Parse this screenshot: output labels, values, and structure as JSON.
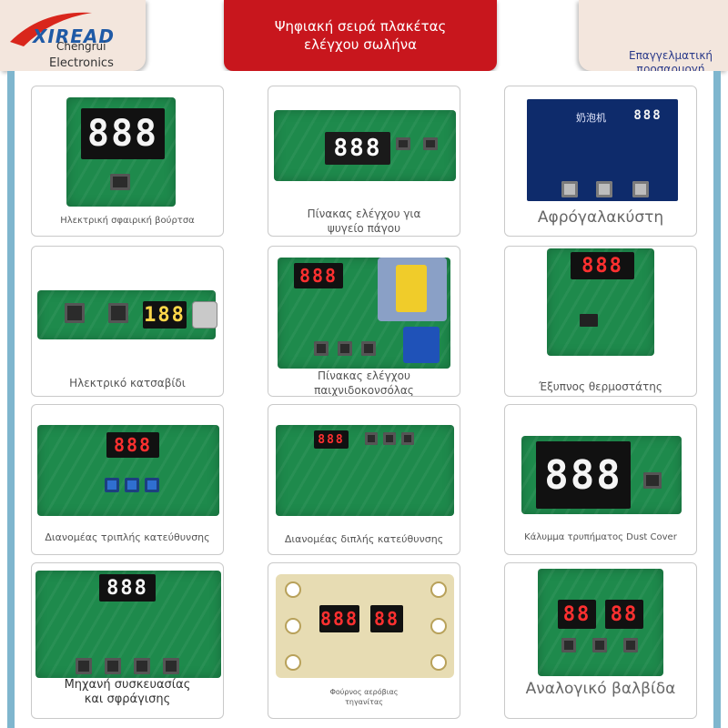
{
  "header": {
    "logo_text": "XIREAD",
    "logo_sub1": "Chengrui",
    "logo_sub2": "Electronics",
    "title": "Ψηφιακή σειρά πλακέτας\nελέγχου σωλήνα",
    "right_text": "Επαγγελματική\nπροσαρμογή"
  },
  "products": [
    {
      "caption": "Ηλεκτρική σφαιρική βούρτσα",
      "display": "888"
    },
    {
      "caption": "Πίνακας ελέγχου για\nψυγείο πάγου",
      "display": "888"
    },
    {
      "caption": "Αφρόγαλακύστη",
      "display": "888",
      "lcd_label": "奶泡机"
    },
    {
      "caption": "Ηλεκτρικό κατσαβίδι",
      "display": "188"
    },
    {
      "caption": "Πίνακας ελέγχου\nπαιχνιδοκονσόλας",
      "display": "888"
    },
    {
      "caption": "Έξυπνος θερμοστάτης",
      "display": "888"
    },
    {
      "caption": "Διανομέας τριπλής κατεύθυνσης",
      "display": "888"
    },
    {
      "caption": "Διανομέας διπλής κατεύθυνσης",
      "display": "888"
    },
    {
      "caption": "Κάλυμμα τρυπήματος Dust Cover",
      "display": "888"
    },
    {
      "caption": "Μηχανή συσκευασίας\nκαι σφράγισης",
      "display": "888"
    },
    {
      "caption": "Φούρνος αερόβιας\nτηγανίτας",
      "display": "888"
    },
    {
      "caption": "Αναλογικό βαλβίδα",
      "display": "88"
    }
  ],
  "colors": {
    "brand_red": "#c8161d",
    "frame_blue": "#7fb6ce",
    "pcb_green": "#1e8a4c"
  }
}
